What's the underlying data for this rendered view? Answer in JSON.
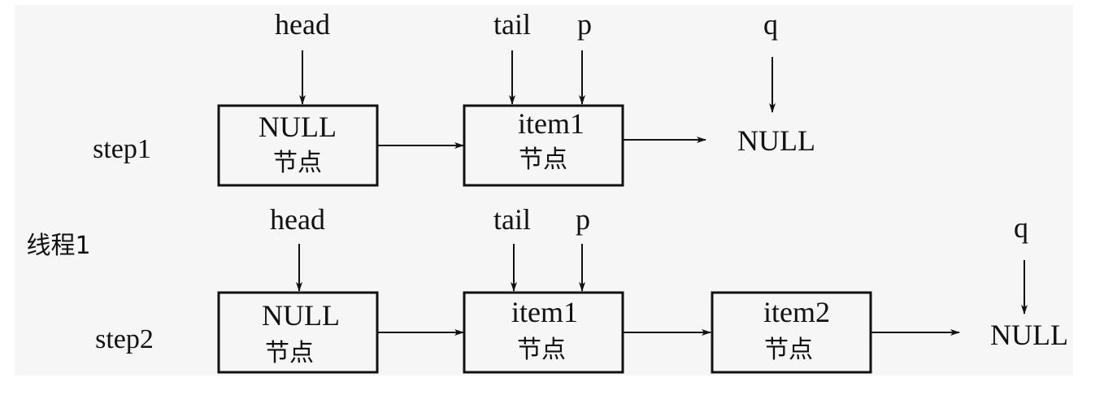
{
  "thread_label": "线程1",
  "steps": {
    "step1": {
      "label": "step1",
      "nodes": [
        {
          "line1": "NULL",
          "line2": "节点"
        },
        {
          "line1": "item1",
          "line2": "节点"
        }
      ],
      "terminal": "NULL",
      "pointers": {
        "head": "head",
        "tail": "tail",
        "p": "p",
        "q": "q"
      }
    },
    "step2": {
      "label": "step2",
      "nodes": [
        {
          "line1": "NULL",
          "line2": "节点"
        },
        {
          "line1": "item1",
          "line2": "节点"
        },
        {
          "line1": "item2",
          "line2": "节点"
        }
      ],
      "terminal": "NULL",
      "pointers": {
        "head": "head",
        "tail": "tail",
        "p": "p",
        "q": "q"
      }
    }
  },
  "colors": {
    "panel": "#f6f6f6",
    "ink": "#111111"
  }
}
